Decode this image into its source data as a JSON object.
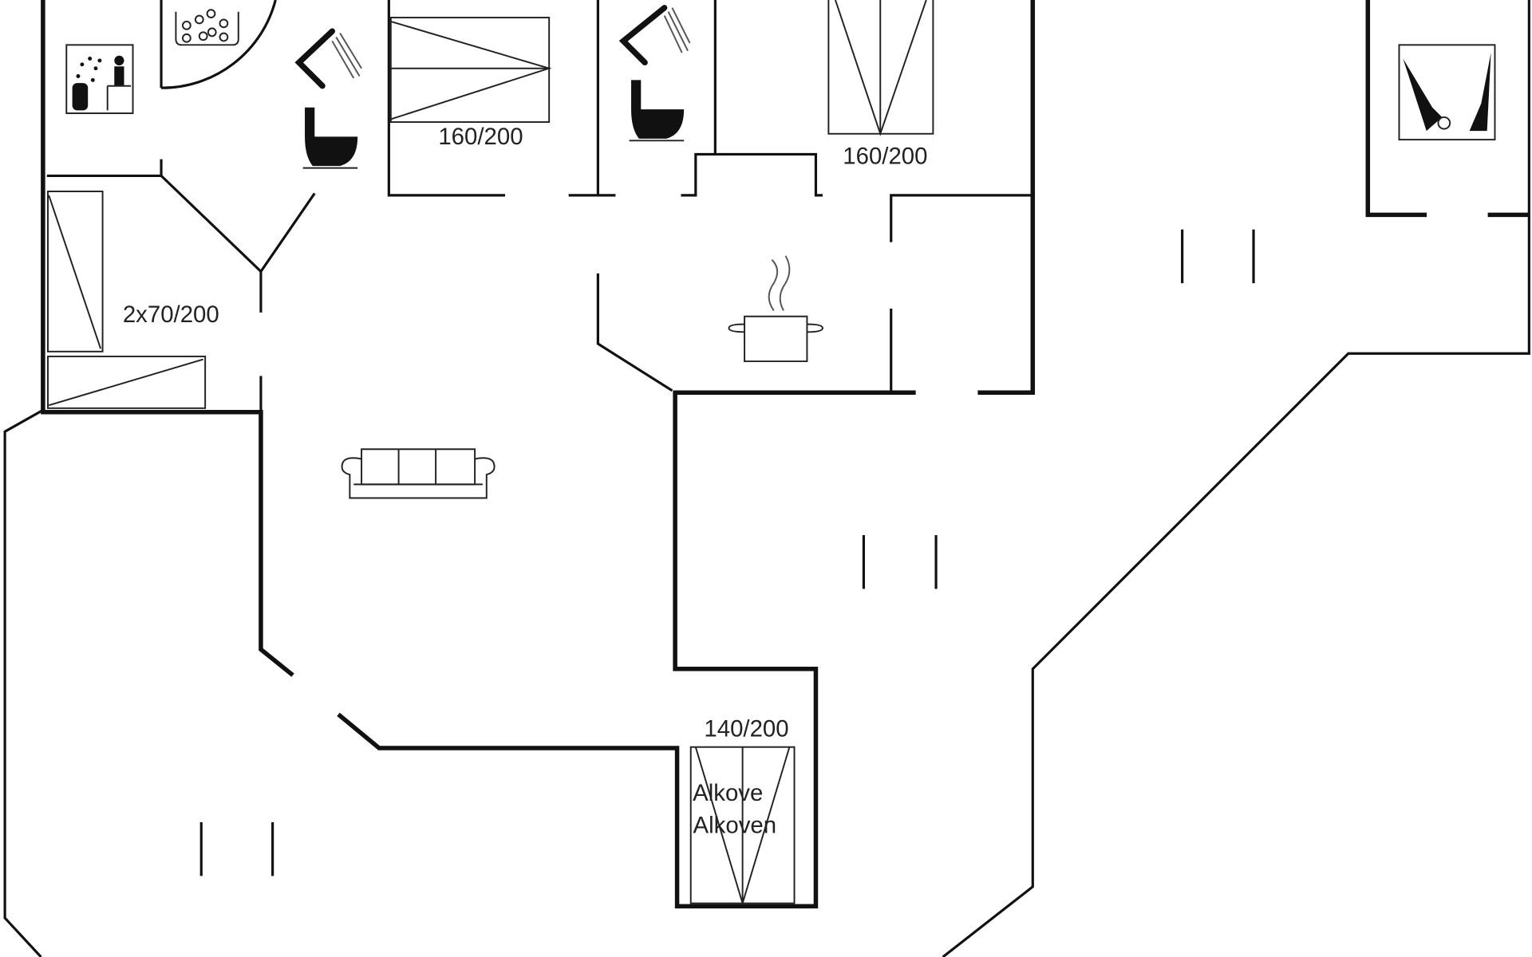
{
  "plan": {
    "beds": [
      {
        "label": "160/200"
      },
      {
        "label": "160/200"
      },
      {
        "label": "2x70/200"
      },
      {
        "label": "140/200"
      }
    ],
    "alcove": {
      "line1": "Alkove",
      "line2": "Alkoven"
    }
  }
}
